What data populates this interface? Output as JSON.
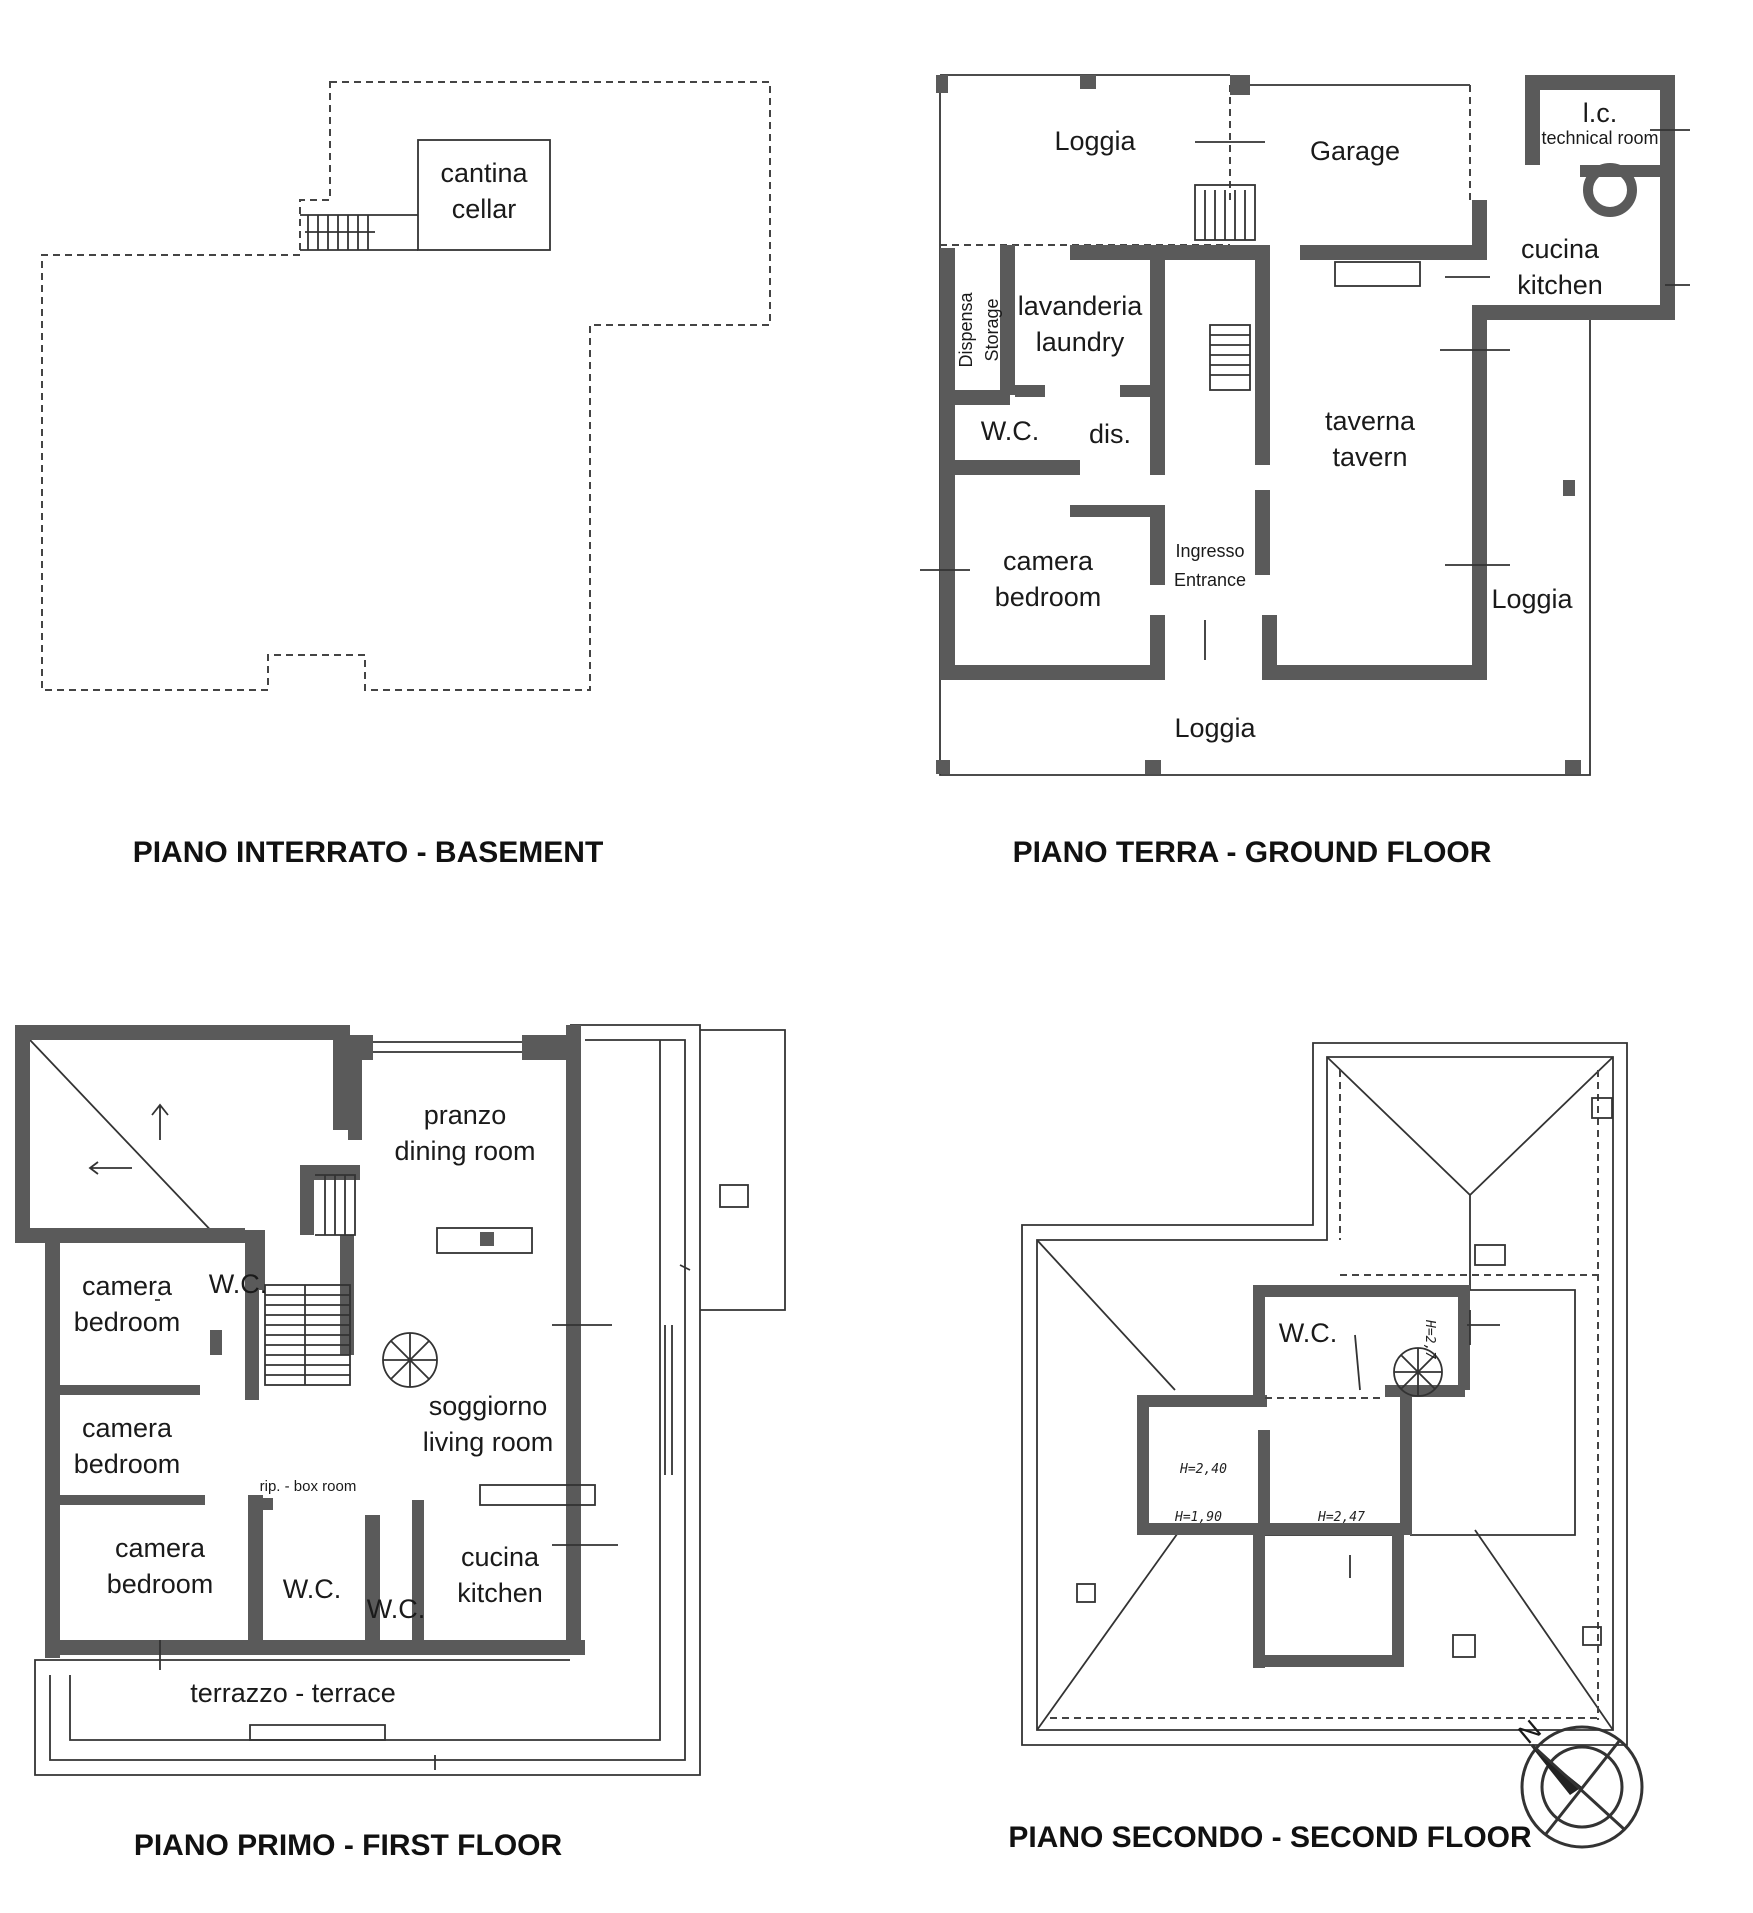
{
  "colors": {
    "wall": "#5a5a5a",
    "line": "#333333",
    "background": "#ffffff"
  },
  "titles": {
    "basement": "PIANO INTERRATO - BASEMENT",
    "ground": "PIANO TERRA - GROUND FLOOR",
    "first": "PIANO PRIMO - FIRST FLOOR",
    "second": "PIANO SECONDO - SECOND FLOOR"
  },
  "basement": {
    "cellar": [
      "cantina",
      "cellar"
    ]
  },
  "ground": {
    "loggia_top": "Loggia",
    "garage": "Garage",
    "technical": [
      "l.c.",
      "technical room"
    ],
    "kitchen": [
      "cucina",
      "kitchen"
    ],
    "laundry": [
      "lavanderia",
      "laundry"
    ],
    "storage": [
      "Dispensa",
      "Storage"
    ],
    "wc": "W.C.",
    "dis": "dis.",
    "tavern": [
      "taverna",
      "tavern"
    ],
    "bedroom": [
      "camera",
      "bedroom"
    ],
    "entrance": [
      "Ingresso",
      "Entrance"
    ],
    "loggia_right": "Loggia",
    "loggia_bottom": "Loggia"
  },
  "first": {
    "dining": [
      "pranzo",
      "dining room"
    ],
    "bedroom1": [
      "camera",
      "bedroom"
    ],
    "wc_top": "W.C.",
    "bedroom2": [
      "camera",
      "bedroom"
    ],
    "living": [
      "soggiorno",
      "living room"
    ],
    "boxroom": "rip. - box room",
    "bedroom3": [
      "camera",
      "bedroom"
    ],
    "wc1": "W.C.",
    "wc2": "W.C.",
    "kitchen": [
      "cucina",
      "kitchen"
    ],
    "terrace": "terrazzo - terrace"
  },
  "second": {
    "wc": "W.C.",
    "h1": "H=2,40",
    "h2": "H=1,90",
    "h3": "H=2,47",
    "h4": "H=2,7"
  },
  "compass": {
    "north_label": "N"
  }
}
